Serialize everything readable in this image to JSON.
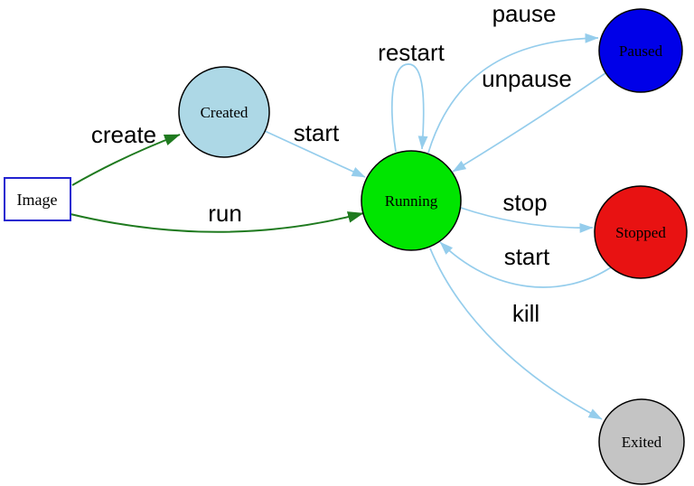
{
  "colors": {
    "background": "#ffffff",
    "edge_blue": "#95cdec",
    "edge_green": "#1f7a1f",
    "node_border": "#000000",
    "image_box_border": "#2222d0"
  },
  "nodes": {
    "image": {
      "label": "Image",
      "fill": "#ffffff"
    },
    "created": {
      "label": "Created",
      "fill": "#add8e6"
    },
    "running": {
      "label": "Running",
      "fill": "#00e500"
    },
    "paused": {
      "label": "Paused",
      "fill": "#0000e8"
    },
    "stopped": {
      "label": "Stopped",
      "fill": "#e81212"
    },
    "exited": {
      "label": "Exited",
      "fill": "#c4c4c4"
    }
  },
  "edges": {
    "create": {
      "label": "create",
      "color": "#1f7a1f",
      "from": "image",
      "to": "created"
    },
    "run": {
      "label": "run",
      "color": "#1f7a1f",
      "from": "image",
      "to": "running"
    },
    "start_created_running": {
      "label": "start",
      "color": "#95cdec",
      "from": "created",
      "to": "running"
    },
    "restart": {
      "label": "restart",
      "color": "#95cdec",
      "from": "running",
      "to": "running"
    },
    "pause": {
      "label": "pause",
      "color": "#95cdec",
      "from": "running",
      "to": "paused"
    },
    "unpause": {
      "label": "unpause",
      "color": "#95cdec",
      "from": "paused",
      "to": "running"
    },
    "stop": {
      "label": "stop",
      "color": "#95cdec",
      "from": "running",
      "to": "stopped"
    },
    "start_stopped_running": {
      "label": "start",
      "color": "#95cdec",
      "from": "stopped",
      "to": "running"
    },
    "kill": {
      "label": "kill",
      "color": "#95cdec",
      "from": "running",
      "to": "exited"
    }
  }
}
